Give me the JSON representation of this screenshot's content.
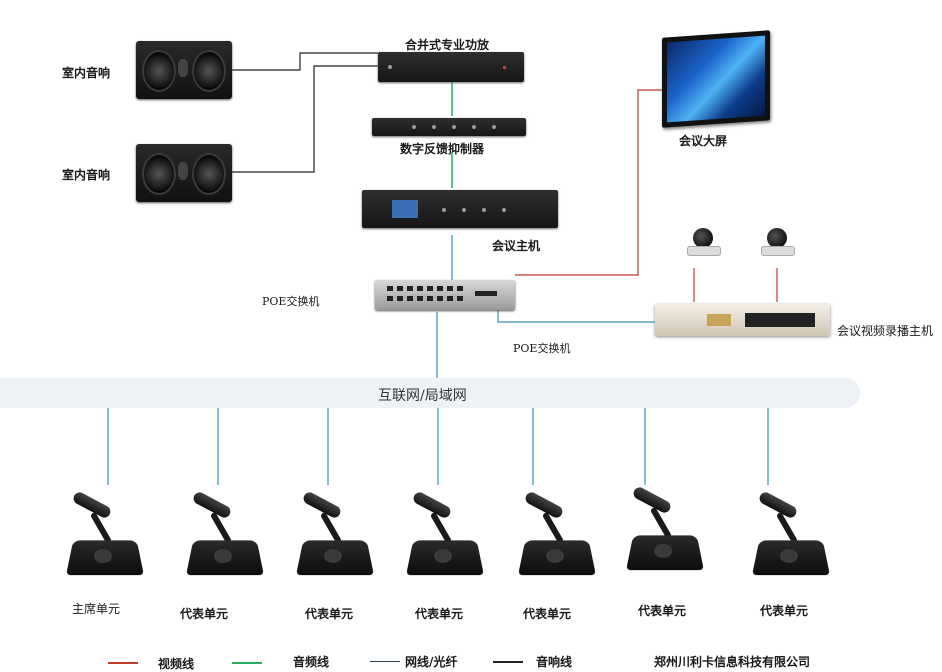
{
  "devices": {
    "speaker_top": "室内音响",
    "speaker_bottom": "室内音响",
    "amplifier": "合并式专业功放",
    "feedback_suppressor": "数字反馈抑制器",
    "conference_host": "会议主机",
    "big_screen": "会议大屏",
    "poe_switch_left": "POE交换机",
    "poe_switch_right": "POE交换机",
    "video_recorder": "会议视频录播主机",
    "network": "互联网/局域网"
  },
  "units": [
    {
      "label": "主席单元"
    },
    {
      "label": "代表单元"
    },
    {
      "label": "代表单元"
    },
    {
      "label": "代表单元"
    },
    {
      "label": "代表单元"
    },
    {
      "label": "代表单元"
    },
    {
      "label": "代表单元"
    }
  ],
  "legend": [
    {
      "label": "视频线",
      "color": "#c0392b"
    },
    {
      "label": "音频线",
      "color": "#27ae60"
    },
    {
      "label": "网线/光纤",
      "color": "#2c3e50"
    },
    {
      "label": "音响线",
      "color": "#222222"
    }
  ],
  "company": "郑州川利卡信息科技有限公司",
  "colors": {
    "video_line": "#c0392b",
    "audio_line": "#27ae60",
    "network_line": "#3a8fb0",
    "speaker_line": "#222222"
  }
}
